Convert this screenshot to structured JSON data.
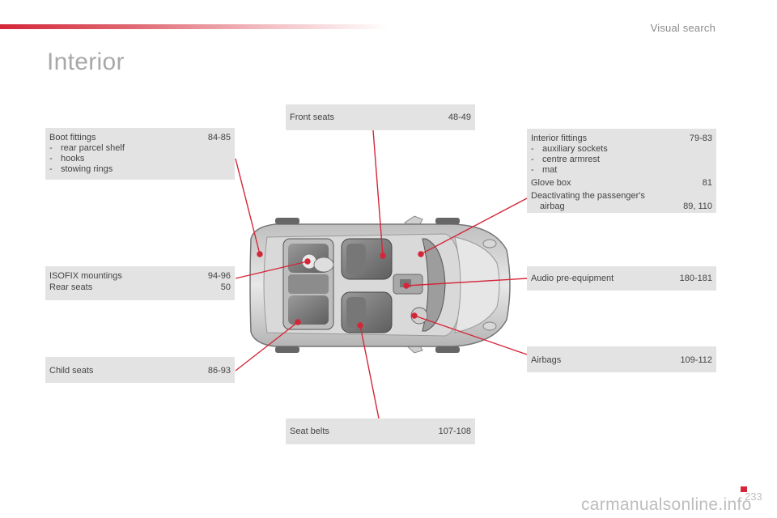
{
  "header": {
    "section": "Visual search",
    "title": "Interior"
  },
  "boxes": {
    "boot": {
      "label": "Boot fittings",
      "pages": "84-85",
      "items": [
        "rear parcel shelf",
        "hooks",
        "stowing rings"
      ]
    },
    "isofix": {
      "rows": [
        {
          "label": "ISOFIX mountings",
          "pages": "94-96"
        },
        {
          "label": "Rear seats",
          "pages": "50"
        }
      ]
    },
    "child": {
      "label": "Child seats",
      "pages": "86-93"
    },
    "front": {
      "label": "Front seats",
      "pages": "48-49"
    },
    "belts": {
      "label": "Seat belts",
      "pages": "107-108"
    },
    "interior": {
      "label": "Interior fittings",
      "pages": "79-83",
      "items": [
        "auxiliary sockets",
        "centre armrest",
        "mat"
      ],
      "glove_label": "Glove box",
      "glove_pages": "81",
      "airbag_label_1": "Deactivating the passenger's",
      "airbag_label_2": "airbag",
      "airbag_pages": "89, 110"
    },
    "audio": {
      "label": "Audio pre-equipment",
      "pages": "180-181"
    },
    "airbags": {
      "label": "Airbags",
      "pages": "109-112"
    }
  },
  "footer": {
    "watermark": "carmanualsonline.info",
    "page": "233"
  },
  "colors": {
    "accent": "#d42638",
    "box": "#e3e3e3"
  }
}
